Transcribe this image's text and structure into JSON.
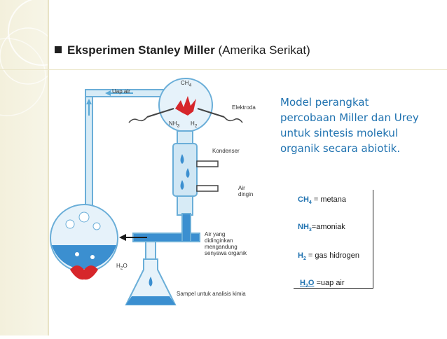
{
  "slide": {
    "title_bold": "Eksperimen Stanley Miller",
    "title_rest": "(Amerika Serikat)",
    "description": "Model perangkat percobaan Miller dan Urey untuk sintesis molekul organik secara abiotik."
  },
  "legend": [
    {
      "formula": "CH",
      "sub": "4",
      "text": "= metana"
    },
    {
      "formula": "NH",
      "sub": "3",
      "text": "=amoniak"
    },
    {
      "formula": "H",
      "sub": "2",
      "text": "= gas hidrogen"
    },
    {
      "formula": "H",
      "sub": "2",
      "formula2": "O",
      "text": "=uap air"
    }
  ],
  "diagram": {
    "label_uap_air": "Uap air",
    "label_ch4": "CH",
    "label_ch4_sub": "4",
    "label_nh3": "NH",
    "label_nh3_sub": "3",
    "label_h2": "H",
    "label_h2_sub": "2",
    "label_elektroda": "Elektroda",
    "label_kondenser": "Kondenser",
    "label_air_dingin": "Air dingin",
    "label_air_yang": "Air yang didinginkan mengandung senyawa organik",
    "label_h2o": "H",
    "label_h2o_sub": "2",
    "label_h2o_o": "O",
    "label_sampel": "Sampel untuk analisis kimia"
  },
  "colors": {
    "accent_text": "#1f72b0",
    "apparatus_glass": "#5ba9d6",
    "water": "#3b8fd0",
    "spark": "#d6262b"
  }
}
